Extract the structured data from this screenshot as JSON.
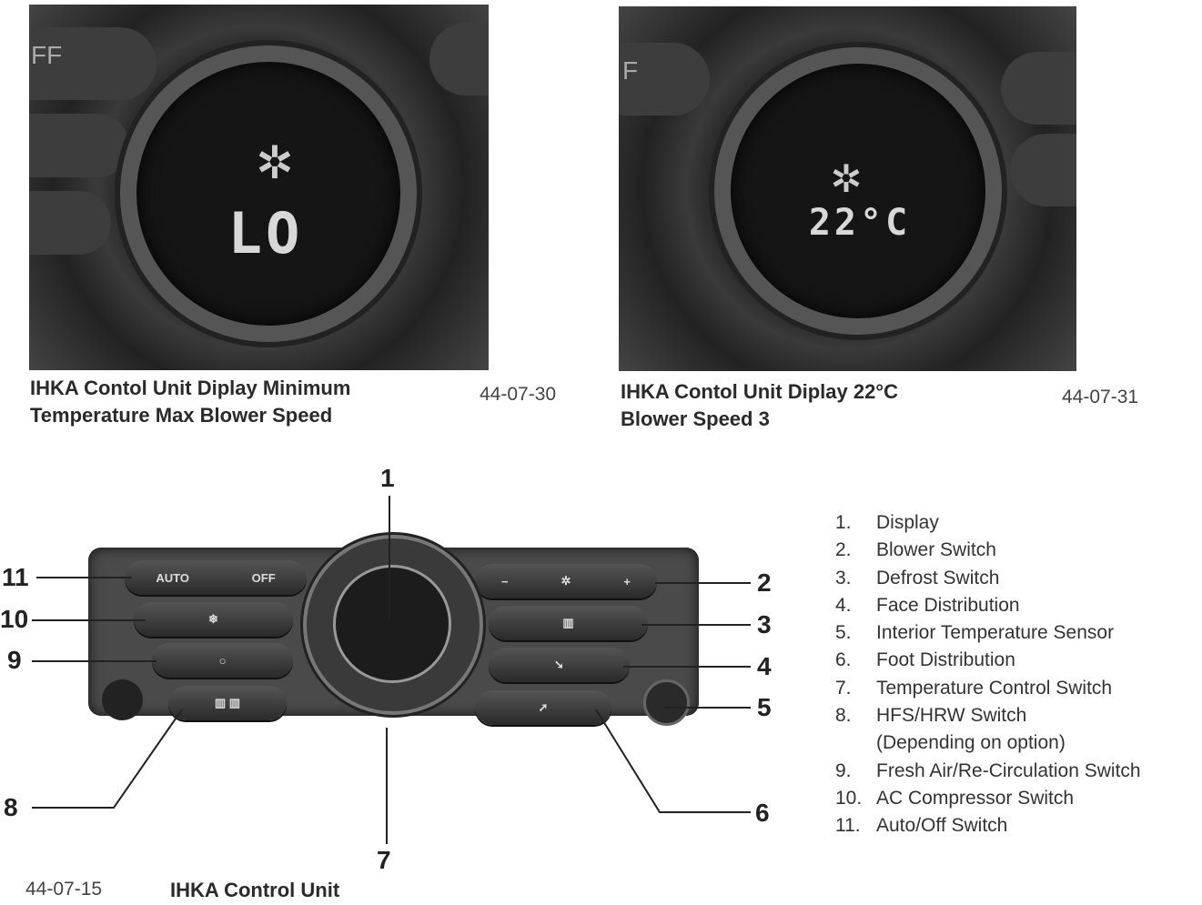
{
  "figures": [
    {
      "caption_line1": "IHKA Contol Unit Diplay Minimum",
      "caption_line2": "Temperature Max Blower Speed",
      "figure_id": "44-07-30",
      "display_text": "LO",
      "side_label": "FF"
    },
    {
      "caption_line1": "IHKA Contol Unit Diplay 22°C",
      "caption_line2": "Blower Speed 3",
      "figure_id": "44-07-31",
      "display_text": "22°C",
      "side_label": "F"
    }
  ],
  "diagram": {
    "figure_id": "44-07-15",
    "caption": "IHKA Control Unit",
    "button_labels": {
      "auto": "AUTO",
      "off": "OFF",
      "minus": "−",
      "plus": "+"
    },
    "callouts": [
      "1",
      "2",
      "3",
      "4",
      "5",
      "6",
      "7",
      "8",
      "9",
      "10",
      "11"
    ]
  },
  "legend": [
    {
      "n": "1.",
      "label": "Display"
    },
    {
      "n": "2.",
      "label": "Blower Switch"
    },
    {
      "n": "3.",
      "label": "Defrost Switch"
    },
    {
      "n": "4.",
      "label": "Face Distribution"
    },
    {
      "n": "5.",
      "label": "Interior Temperature Sensor"
    },
    {
      "n": "6.",
      "label": "Foot Distribution"
    },
    {
      "n": "7.",
      "label": "Temperature Control Switch"
    },
    {
      "n": "8.",
      "label": "HFS/HRW Switch"
    },
    {
      "n": "",
      "label": "(Depending on option)"
    },
    {
      "n": "9.",
      "label": "Fresh Air/Re-Circulation Switch"
    },
    {
      "n": "10.",
      "label": "AC Compressor Switch"
    },
    {
      "n": "11.",
      "label": "Auto/Off Switch"
    }
  ]
}
